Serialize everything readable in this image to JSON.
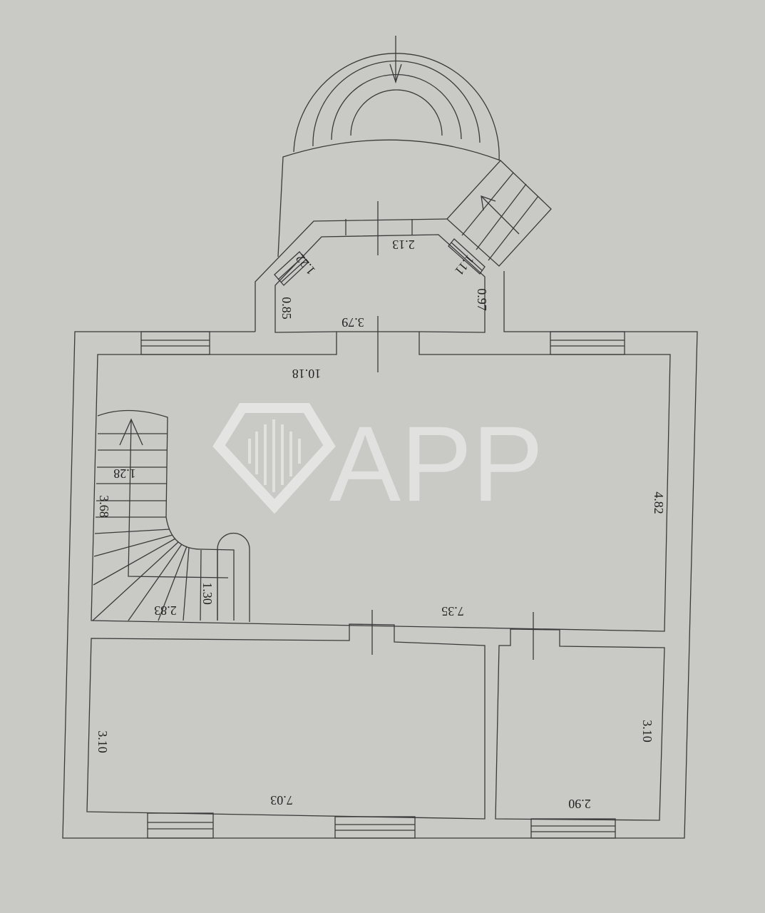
{
  "title": "Floor plan",
  "watermark": {
    "text": "APP",
    "color": "#ffffff"
  },
  "dimensions": {
    "hall_length": "10.18",
    "annex_base": "3.79",
    "annex_top": "2.13",
    "annex_left": "0.85",
    "annex_right": "0.97",
    "annex_diag_left": "1.22",
    "annex_diag_right": "1.11",
    "stair_width": "1.28",
    "stair_length": "3.68",
    "stair_landing_width": "1.30",
    "stair_turn": "2.83",
    "hall_bottom": "7.35",
    "hall_height": "4.82",
    "room1_height": "3.10",
    "room1_width": "7.03",
    "room2_height": "3.10",
    "room2_width": "2.90"
  }
}
